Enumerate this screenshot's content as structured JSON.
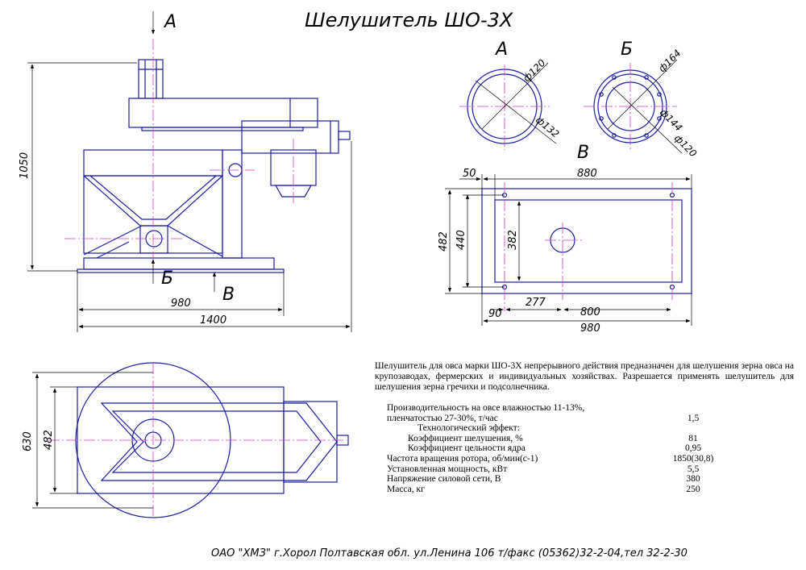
{
  "title": "Шелушитель ШО-3Х",
  "views": {
    "arrow_a": "А",
    "arrow_b": "Б",
    "arrow_v": "В",
    "section_a": "А",
    "section_b": "Б",
    "section_v": "В"
  },
  "dims": {
    "height_1050": "1050",
    "width_980": "980",
    "width_1400": "1400",
    "dia_120": "ф120",
    "dia_132": "ф132",
    "dia_164": "ф164",
    "dia_144": "ф144",
    "dia_120b": "ф120",
    "v_50": "50",
    "v_880": "880",
    "v_482": "482",
    "v_440": "440",
    "v_382": "382",
    "v_90": "90",
    "v_277": "277",
    "v_800": "800",
    "v_980": "980",
    "plan_630": "630",
    "plan_482": "482"
  },
  "description": "Шелушитель для овса марки ШО-3Х непрерывного действия предназначен для шелушения зерна овса на крупозаводах, фермерских и индивидуальных хозяйствах. Разрешается применять шелушитель для шелушения зерна гречихи и подсолнечника.",
  "params": [
    {
      "label": "Производительность на овсе влажностью 11-13%,",
      "value": "",
      "indent": 0
    },
    {
      "label": "пленчатостью 27-30%, т/час",
      "value": "1,5",
      "indent": 0
    },
    {
      "label": "Технологический эффект:",
      "value": "",
      "indent": 1
    },
    {
      "label": "Коэффициент шелушения, %",
      "value": "81",
      "indent": 2
    },
    {
      "label": "Коэффициент цельности ядра",
      "value": "0,95",
      "indent": 2
    },
    {
      "label": "Частота вращения ротора, об/мин(с-1)",
      "value": "1850(30,8)",
      "indent": 0
    },
    {
      "label": "Установленная мощность, кВт",
      "value": "5,5",
      "indent": 0
    },
    {
      "label": "Напряжение силовой сети, В",
      "value": "380",
      "indent": 0
    },
    {
      "label": "Масса, кг",
      "value": "250",
      "indent": 0
    }
  ],
  "footer": "ОАО \"ХМЗ\"  г.Хорол  Полтавская  обл.  ул.Ленина  106   т/факс (05362)32-2-04,тел 32-2-30"
}
